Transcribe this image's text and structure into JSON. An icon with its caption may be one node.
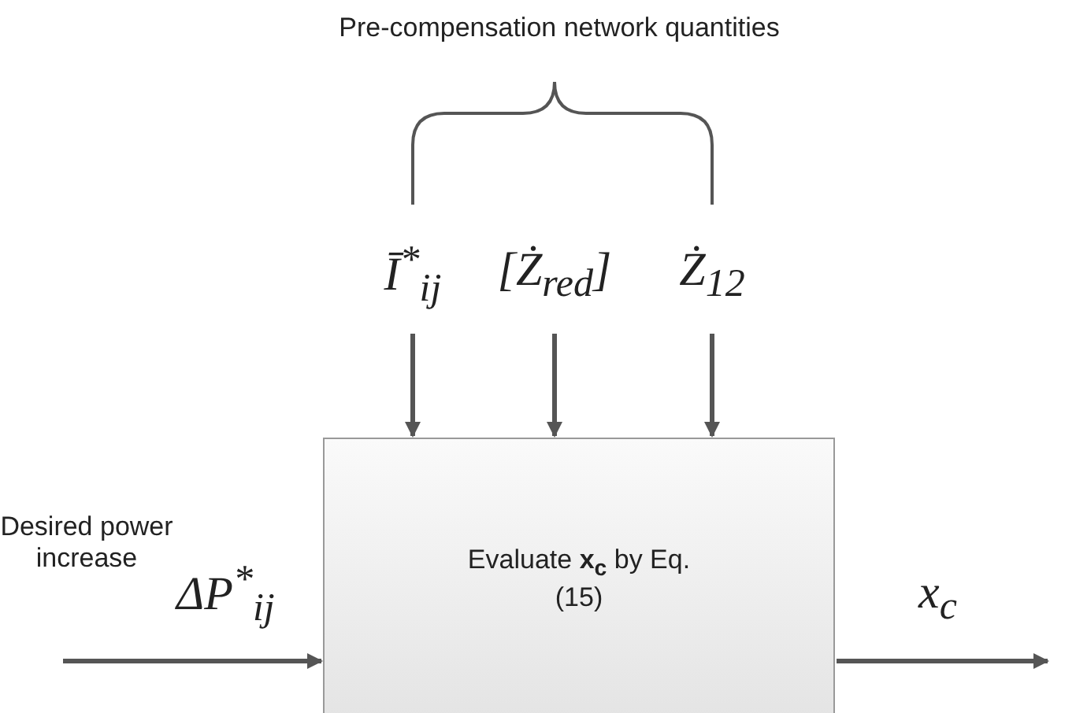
{
  "diagram": {
    "nodes": [
      {
        "text": [
          "Ī$^{*}$$_{ij}$"
        ]
      },
      {
        "text": [
          "[Ż$_{red}$]"
        ]
      },
      {
        "text": [
          "Ż$_{12}$"
        ]
      },
      {
        "text": [
          "Evaluate **x$_{c}$** by Eq. (15)"
        ]
      }
    ],
    "edges": [
      {
        "from": 0,
        "to": 3,
        "arrow": "to"
      },
      {
        "from": 1,
        "to": 3,
        "arrow": "to"
      },
      {
        "from": 2,
        "to": 3,
        "arrow": "to"
      },
      {
        "from": null,
        "to": 3,
        "arrow": "to",
        "label": "ΔP$^{*}$$_{ij}$"
      },
      {
        "from": 3,
        "to": null,
        "arrow": "to",
        "label": "x$_{c}$"
      }
    ],
    "labels": [
      "Pre-compensation network quantities",
      "Desired power increase"
    ]
  }
}
